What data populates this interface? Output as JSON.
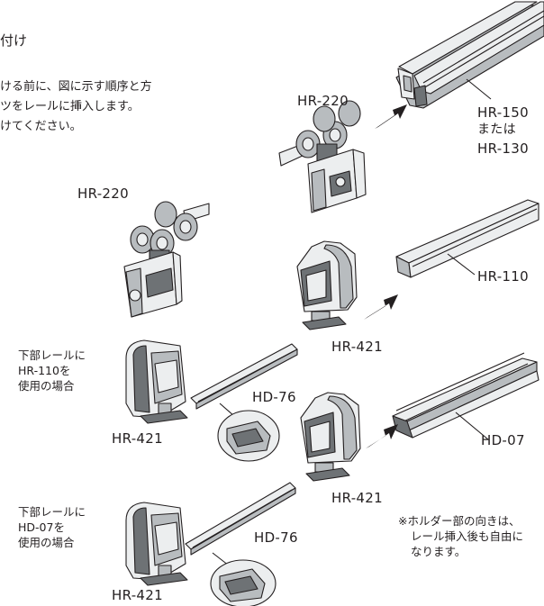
{
  "heading": {
    "title": "付け",
    "intro_lines": [
      "ける前に、図に示す順序と方",
      "ツをレールに挿入します。",
      "けてください。"
    ]
  },
  "parts": {
    "hr220_top": "HR-220",
    "hr220_left": "HR-220",
    "hr150": "HR-150",
    "or": "または",
    "hr130": "HR-130",
    "hr110": "HR-110",
    "hr421_mid": "HR-421",
    "hd76_upper": "HD-76",
    "hr421_left_upper": "HR-421",
    "hd07": "HD-07",
    "hr421_lower": "HR-421",
    "hd76_lower": "HD-76",
    "hr421_left_lower": "HR-421"
  },
  "conditions": {
    "upper": [
      "下部レールに",
      "HR-110を",
      "使用の場合"
    ],
    "lower": [
      "下部レールに",
      "HD-07を",
      "使用の場合"
    ]
  },
  "note": [
    "※ホルダー部の向きは、",
    "レール挿入後も自由に",
    "なります。"
  ],
  "colors": {
    "outline": "#231f20",
    "light": "#eceeef",
    "mid": "#b8bcbf",
    "dark": "#6e7275"
  }
}
